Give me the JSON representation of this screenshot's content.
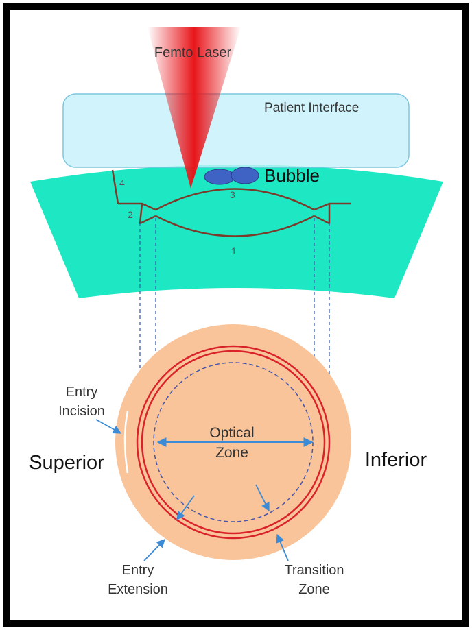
{
  "labels": {
    "laser": "Femto Laser",
    "interface": "Patient Interface",
    "bubble": "Bubble",
    "num1": "1",
    "num2": "2",
    "num3": "3",
    "num4": "4",
    "optical_line1": "Optical",
    "optical_line2": "Zone",
    "superior": "Superior",
    "inferior": "Inferior",
    "entry_incision_line1": "Entry",
    "entry_incision_line2": "Incision",
    "entry_extension_line1": "Entry",
    "entry_extension_line2": "Extension",
    "transition_line1": "Transition",
    "transition_line2": "Zone"
  },
  "colors": {
    "frame": "#000000",
    "laser": "#e8161b",
    "interface_fill": "#c6f1fb",
    "interface_stroke": "#7cc6de",
    "cornea": "#1ee8c4",
    "incision": "#7b3b2b",
    "bubble": "#3f63c4",
    "eye_fill": "#f9c49a",
    "cap_ring": "#d9222a",
    "optical_dash": "#4455aa",
    "projection_dash": "#3a62b0",
    "arrow": "#3c8bd6"
  }
}
